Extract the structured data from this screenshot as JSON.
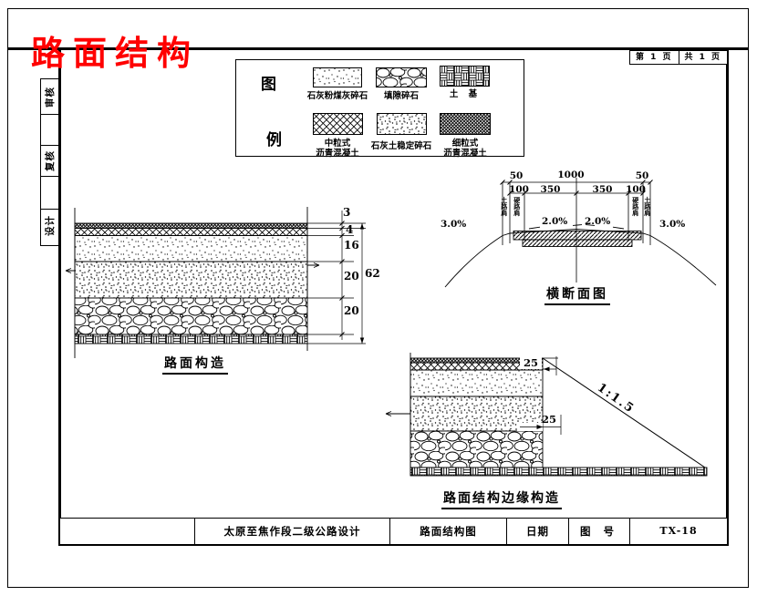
{
  "page": {
    "title": "路面结构",
    "page_no": {
      "left": "第 1 页",
      "right": "共 1 页"
    }
  },
  "colors": {
    "title_red": "#ff0000",
    "line_black": "#000000"
  },
  "sidebar": {
    "items": [
      {
        "label": "审核"
      },
      {
        "label": ""
      },
      {
        "label": "复核"
      },
      {
        "label": ""
      },
      {
        "label": "设计"
      }
    ]
  },
  "legend": {
    "heading_top": "图",
    "heading_bottom": "例",
    "items": [
      {
        "label": "石灰粉煤灰碎石",
        "pattern": "stipple-light"
      },
      {
        "label": "填隙碎石",
        "pattern": "cobble"
      },
      {
        "label": "土 基",
        "pattern": "basket-weave"
      },
      {
        "label_line1": "中粒式",
        "label_line2": "沥青混凝土",
        "pattern": "diamond-hatch"
      },
      {
        "label": "石灰土稳定碎石",
        "pattern": "stipple-dense"
      },
      {
        "label_line1": "细粒式",
        "label_line2": "沥青混凝土",
        "pattern": "fine-crosshatch"
      }
    ]
  },
  "pavement_structure": {
    "caption": "路面构造",
    "layer_dims": [
      "3",
      "4",
      "16",
      "20",
      "20"
    ],
    "total_dim": "62"
  },
  "cross_section": {
    "caption": "横断面图",
    "dims_top": [
      "50",
      "1000",
      "50"
    ],
    "dims_mid": [
      "100",
      "350",
      "350",
      "100"
    ],
    "slopes": {
      "outer_left": "3.0%",
      "inner_left": "2.0%",
      "inner_right": "2.0%",
      "outer_right": "3.0%"
    },
    "shoulders": [
      "土路肩",
      "硬路肩",
      "硬路肩",
      "土路肩"
    ]
  },
  "edge_detail": {
    "caption": "路面结构边缘构造",
    "dim_top": "25",
    "dim_mid": "25",
    "slope_label": "1:1.5"
  },
  "title_block": {
    "project": "太原至焦作段二级公路设计",
    "drawing_title": "路面结构图",
    "date_label": "日期",
    "fig_no_label": "图 号",
    "fig_no_value": "TX-18"
  }
}
